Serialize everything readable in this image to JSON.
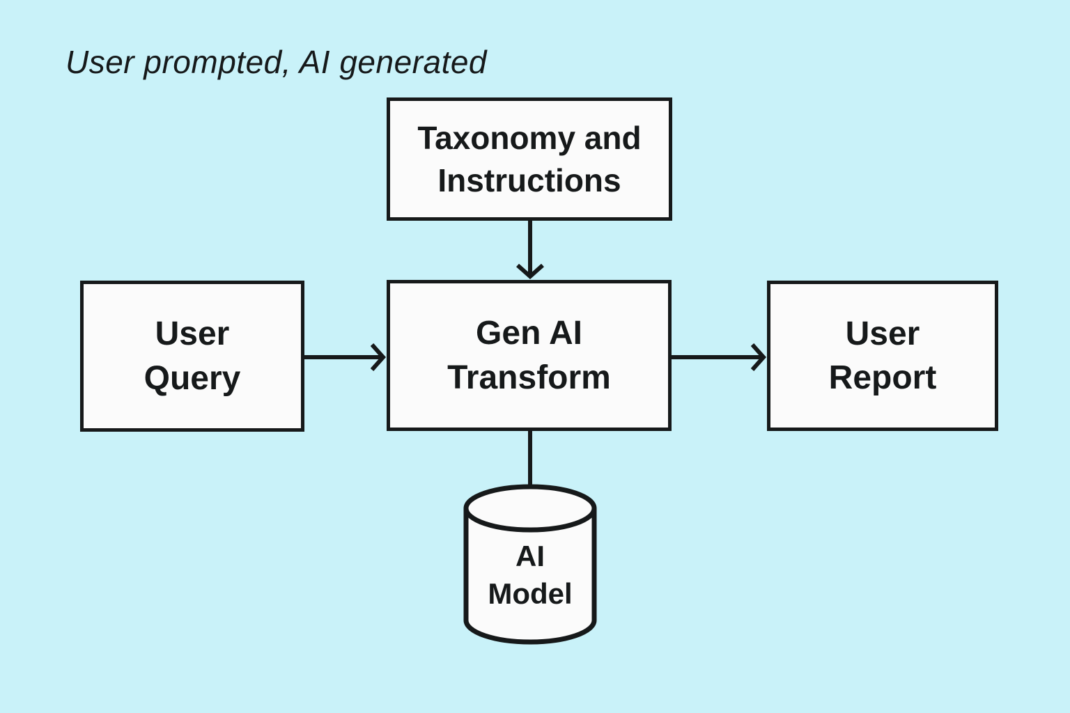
{
  "title": "User prompted, AI generated",
  "colors": {
    "background": "#c9f2f9",
    "node_fill": "#fbfbfb",
    "ink": "#16191a"
  },
  "nodes": {
    "taxonomy": {
      "label": [
        "Taxonomy and",
        "Instructions"
      ],
      "shape": "rect"
    },
    "user_query": {
      "label": [
        "User",
        "Query"
      ],
      "shape": "rect"
    },
    "gen_ai_transform": {
      "label": [
        "Gen AI",
        "Transform"
      ],
      "shape": "rect"
    },
    "user_report": {
      "label": [
        "User",
        "Report"
      ],
      "shape": "rect"
    },
    "ai_model": {
      "label": [
        "AI",
        "Model"
      ],
      "shape": "cylinder"
    }
  },
  "edges": [
    {
      "from": "taxonomy",
      "to": "gen_ai_transform",
      "arrowhead": true
    },
    {
      "from": "user_query",
      "to": "gen_ai_transform",
      "arrowhead": true
    },
    {
      "from": "gen_ai_transform",
      "to": "user_report",
      "arrowhead": true
    },
    {
      "from": "gen_ai_transform",
      "to": "ai_model",
      "arrowhead": false
    }
  ]
}
